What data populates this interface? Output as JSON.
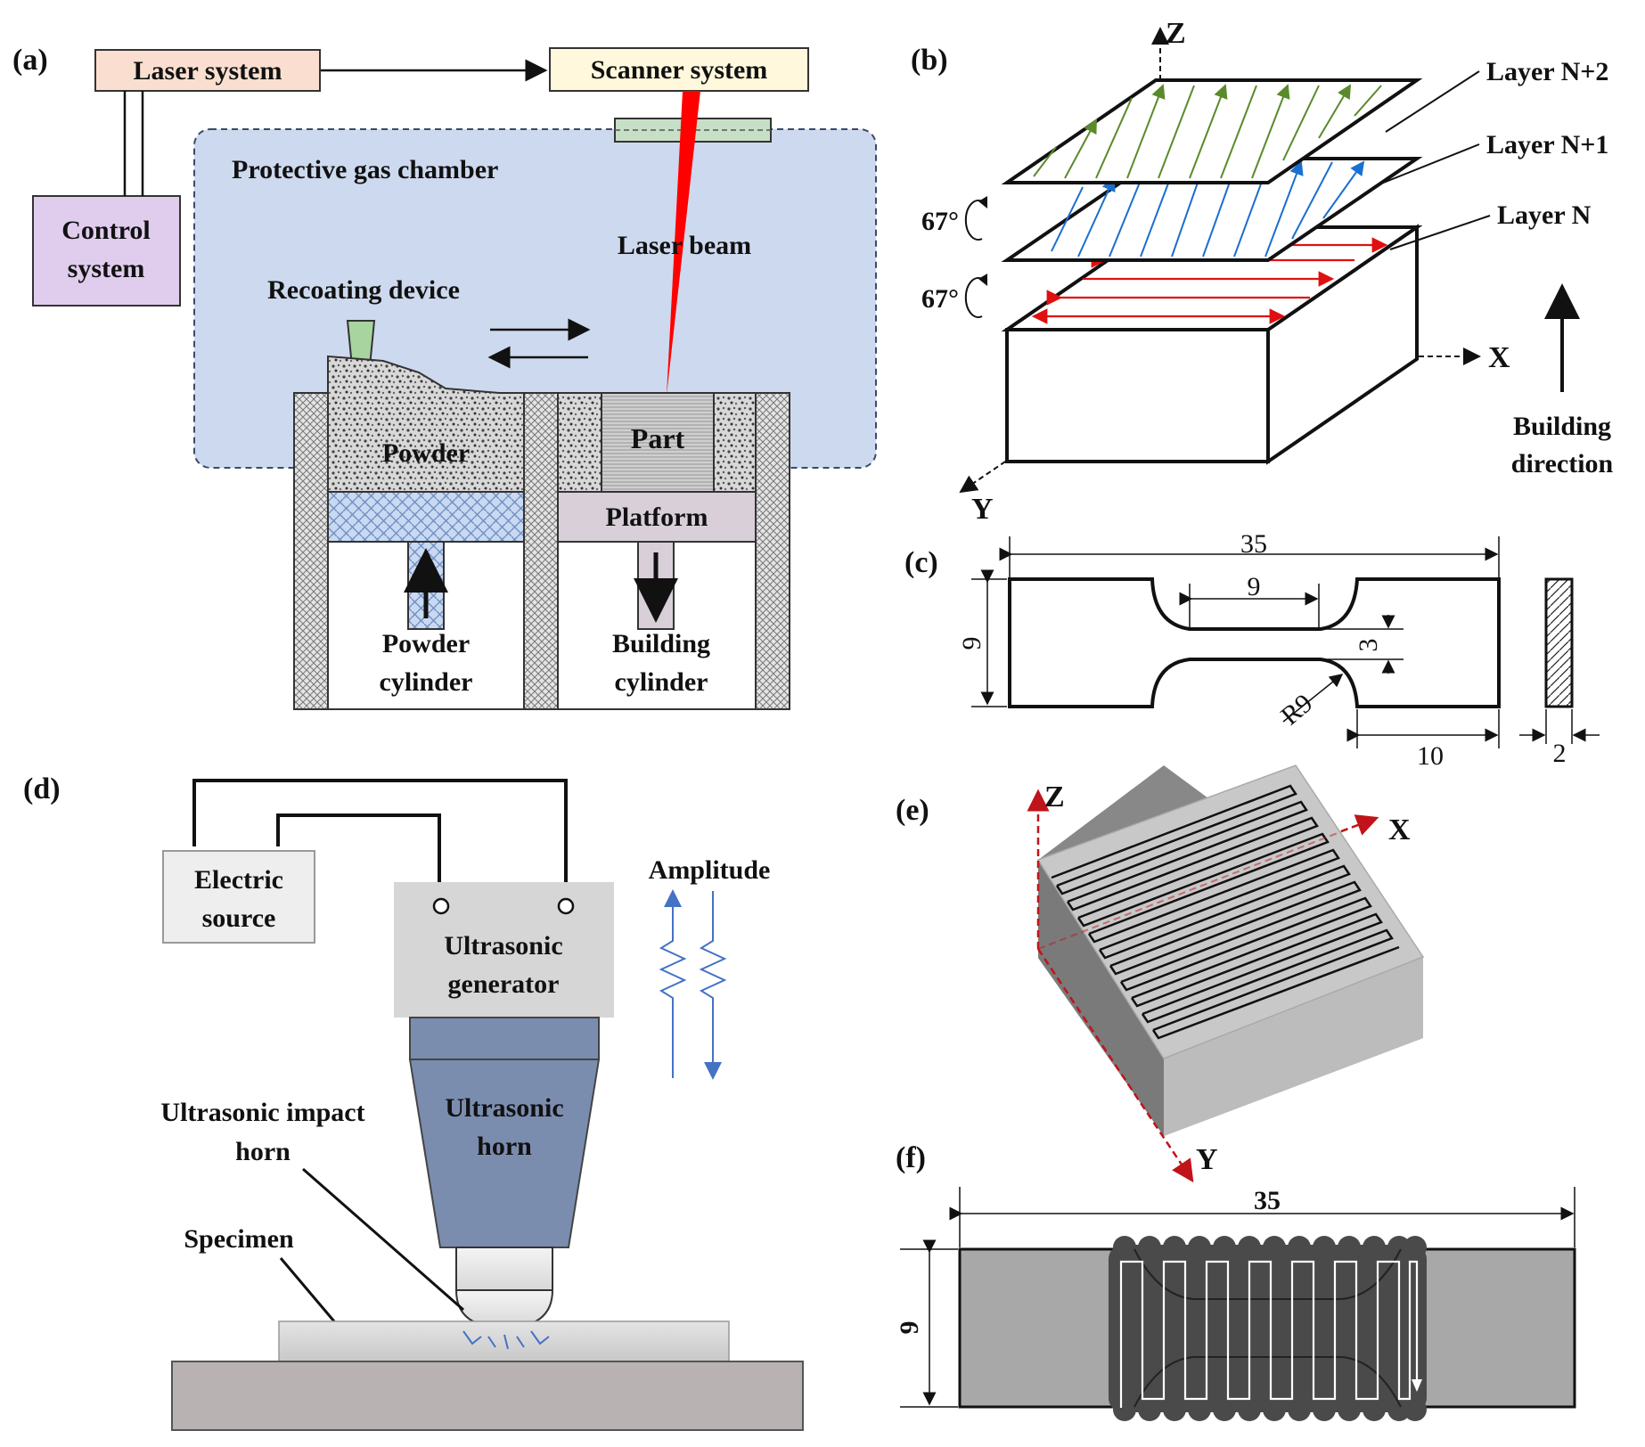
{
  "panel_a": {
    "label": "(a)",
    "laser_system": "Laser system",
    "scanner_system": "Scanner system",
    "control_system_line1": "Control",
    "control_system_line2": "system",
    "chamber": "Protective gas chamber",
    "laser_beam": "Laser beam",
    "recoating_device": "Recoating device",
    "powder": "Powder",
    "part": "Part",
    "platform": "Platform",
    "powder_cylinder_line1": "Powder",
    "powder_cylinder_line2": "cylinder",
    "building_cylinder_line1": "Building",
    "building_cylinder_line2": "cylinder",
    "colors": {
      "chamber": "#cdd9ee",
      "laser": "#ff0000",
      "laser_box": "#fadfd0",
      "scanner_box": "#fff8dc",
      "control_box": "#e0cdee"
    }
  },
  "panel_b": {
    "label": "(b)",
    "axis_z": "Z",
    "axis_x": "X",
    "axis_y": "Y",
    "layer_n2": "Layer N+2",
    "layer_n1": "Layer N+1",
    "layer_n": "Layer N",
    "rotation_1": "67°",
    "rotation_2": "67°",
    "building_direction_line1": "Building",
    "building_direction_line2": "direction",
    "colors": {
      "layer_n2": "#5a8a2a",
      "layer_n1": "#1a6fd0",
      "layer_n": "#e01010"
    }
  },
  "panel_c": {
    "label": "(c)",
    "dim_length": "35",
    "dim_gauge": "9",
    "dim_width": "9",
    "dim_gauge_width": "3",
    "dim_radius": "R9",
    "dim_grip": "10",
    "dim_thickness": "2"
  },
  "panel_d": {
    "label": "(d)",
    "electric_source_line1": "Electric",
    "electric_source_line2": "source",
    "generator_line1": "Ultrasonic",
    "generator_line2": "generator",
    "horn_line1": "Ultrasonic",
    "horn_line2": "horn",
    "amplitude": "Amplitude",
    "impact_horn_line1": "Ultrasonic impact",
    "impact_horn_line2": "horn",
    "specimen": "Specimen",
    "colors": {
      "horn": "#7b8daf",
      "generator": "#d6d6d6",
      "wave": "#4472c4"
    }
  },
  "panel_e": {
    "label": "(e)",
    "axis_z": "Z",
    "axis_x": "X",
    "axis_y": "Y",
    "colors": {
      "axis": "#c0141a",
      "block_top": "#c8c8c8"
    }
  },
  "panel_f": {
    "label": "(f)",
    "dim_length": "35",
    "dim_width": "9"
  }
}
